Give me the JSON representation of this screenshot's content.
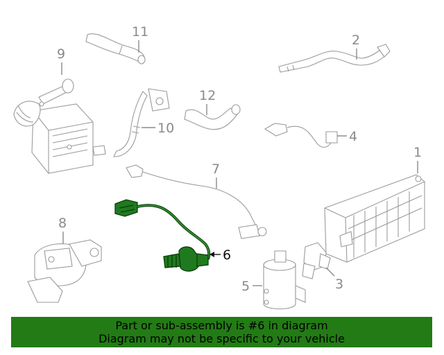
{
  "diagram": {
    "labels": {
      "p1": "1",
      "p2": "2",
      "p3": "3",
      "p4": "4",
      "p5": "5",
      "p6": "6",
      "p7": "7",
      "p8": "8",
      "p9": "9",
      "p10": "10",
      "p11": "11",
      "p12": "12"
    },
    "highlight_color": "#1f7a1f"
  },
  "banner": {
    "line1": "Part or sub-assembly is #6 in diagram",
    "line2": "Diagram may not be specific to your vehicle",
    "background": "#237b15"
  }
}
